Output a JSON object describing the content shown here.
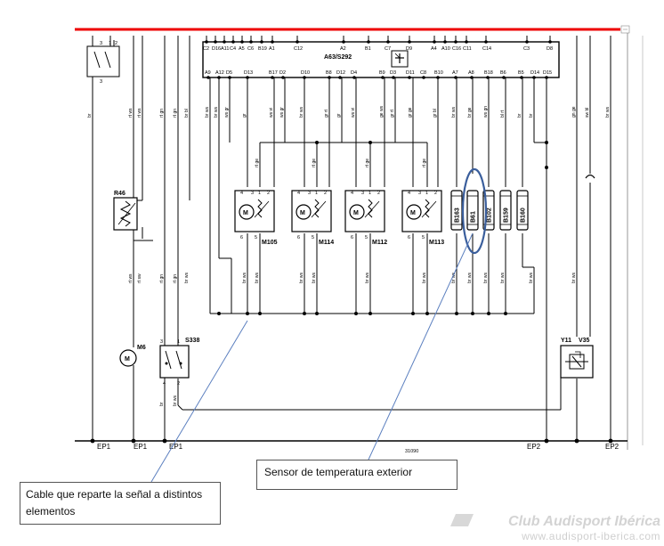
{
  "control_unit": {
    "name": "A63/S292",
    "pins_top": [
      "C2",
      "D16",
      "A11",
      "C4",
      "A5",
      "C6",
      "B19",
      "A1",
      "C12",
      "A2",
      "B1",
      "C7",
      "D9",
      "A4",
      "A10",
      "C16",
      "C11",
      "C14",
      "C3",
      "D8"
    ],
    "pins_bottom": [
      "A9",
      "A12",
      "D5",
      "D13",
      "B17",
      "D2",
      "D10",
      "B8",
      "D12",
      "D4",
      "B9",
      "D3",
      "D11",
      "C8",
      "B10",
      "A7",
      "A8",
      "B18",
      "B6",
      "B5",
      "D14",
      "D15"
    ]
  },
  "wire_colors": {
    "top": [
      "br ws",
      "br ws",
      "ws gr",
      "gr",
      "ws vi",
      "ws gr",
      "br ws",
      "gr rt",
      "gr",
      "ws vi",
      "ge ws",
      "gr rt",
      "gr ge",
      "gr bl",
      "br ws",
      "br ge",
      "ws gn",
      "bl rt",
      "br",
      "br",
      "gn ge",
      "sw bl",
      "br ws"
    ],
    "mid": [
      "rt ge",
      "rt ge",
      "rt ge",
      "rt ge"
    ],
    "low": [
      "br ws",
      "br ws",
      "br ws",
      "br ws",
      "br ws",
      "br ws",
      "br ws",
      "br ws",
      "br ws",
      "br ws",
      "br ws"
    ],
    "left": [
      "br",
      "rt ws",
      "rt ws",
      "rt gn",
      "rt gn",
      "br bl",
      "rt ws",
      "rt sw",
      "rt gn",
      "rt gn",
      "br ws",
      "br",
      "br ws",
      "br ws"
    ]
  },
  "motors": [
    "M105",
    "M114",
    "M112",
    "M113"
  ],
  "sensors": [
    "B163",
    "B61",
    "B102",
    "B159",
    "B160"
  ],
  "components": {
    "r46": "R46",
    "m6": "M6",
    "s338": "S338",
    "y11": "Y11",
    "v35": "V35"
  },
  "pin_numbers": [
    "3",
    "1",
    "2",
    "4",
    "5",
    "6",
    "3",
    "1",
    "2",
    "3",
    "1",
    "2"
  ],
  "grounds": [
    "EP1",
    "EP1",
    "EP1",
    "EP2",
    "EP2"
  ],
  "diagram_number": "31090",
  "callouts": {
    "cable": "Cable que reparte la señal a distintos elementos",
    "sensor": "Sensor de temperatura exterior"
  },
  "watermark": {
    "title": "Club Audisport Ibérica",
    "url": "www.audisport-iberica.com"
  },
  "colors": {
    "top_bar": "#ee0000",
    "highlight_ellipse": "#3a5e9c",
    "leader_line": "#5b7fbf"
  }
}
